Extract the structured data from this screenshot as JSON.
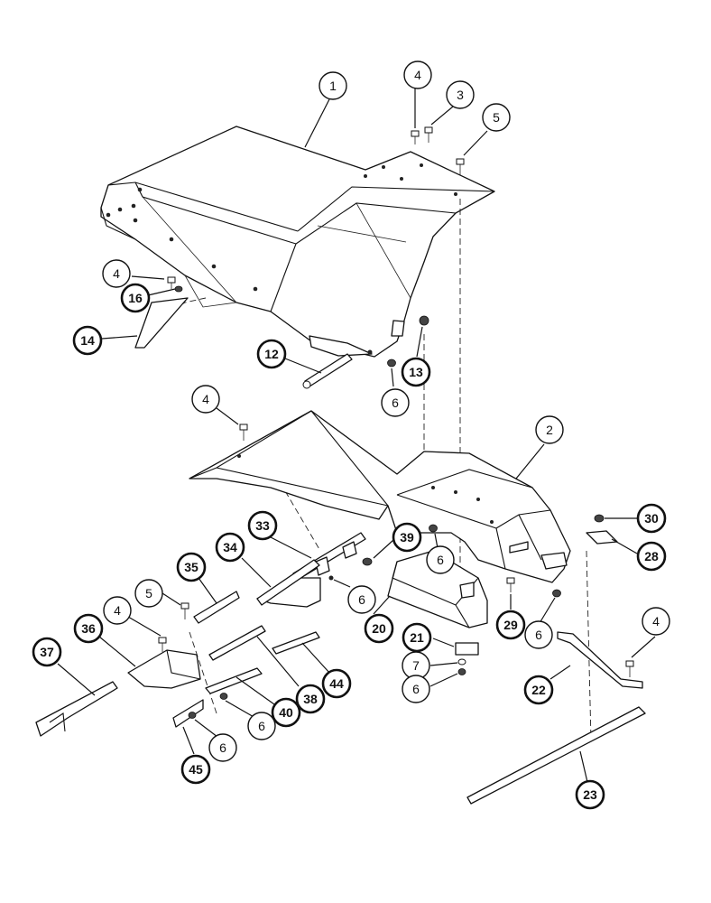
{
  "callouts": {
    "c1": "1",
    "c4a": "4",
    "c3": "3",
    "c5a": "5",
    "c4b": "4",
    "c16": "16",
    "c14": "14",
    "c12": "12",
    "c6a": "6",
    "c13": "13",
    "c4c": "4",
    "c2": "2",
    "c30": "30",
    "c28": "28",
    "c33": "33",
    "c39": "39",
    "c6b": "6",
    "c34": "34",
    "c35": "35",
    "c5b": "5",
    "c6c": "6",
    "c20": "20",
    "c29": "29",
    "c6d": "6",
    "c4d": "4",
    "c36": "36",
    "c21": "21",
    "c7": "7",
    "c6e": "6",
    "c22": "22",
    "c37": "37",
    "c44": "44",
    "c38": "38",
    "c40": "40",
    "c6f": "6",
    "c6g": "6",
    "c45": "45",
    "c23": "23"
  }
}
